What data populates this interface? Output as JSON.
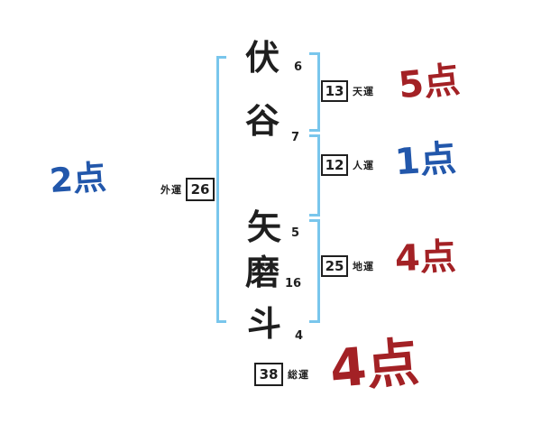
{
  "diagram": {
    "colors": {
      "red": "#a32125",
      "blue": "#2257ab",
      "bracket": "#79c6ec",
      "ink": "#1f1f1f"
    },
    "characters": [
      {
        "glyph": "伏",
        "strokes": "6"
      },
      {
        "glyph": "谷",
        "strokes": "7"
      },
      {
        "glyph": "矢",
        "strokes": "5"
      },
      {
        "glyph": "磨",
        "strokes": "16"
      },
      {
        "glyph": "斗",
        "strokes": "4"
      }
    ],
    "outer": {
      "label": "外運",
      "value": "26",
      "score": "2点"
    },
    "heaven": {
      "label": "天運",
      "value": "13",
      "score": "5点"
    },
    "person": {
      "label": "人運",
      "value": "12",
      "score": "1点"
    },
    "earth": {
      "label": "地運",
      "value": "25",
      "score": "4点"
    },
    "total": {
      "label": "総運",
      "value": "38",
      "score": "4点"
    }
  }
}
